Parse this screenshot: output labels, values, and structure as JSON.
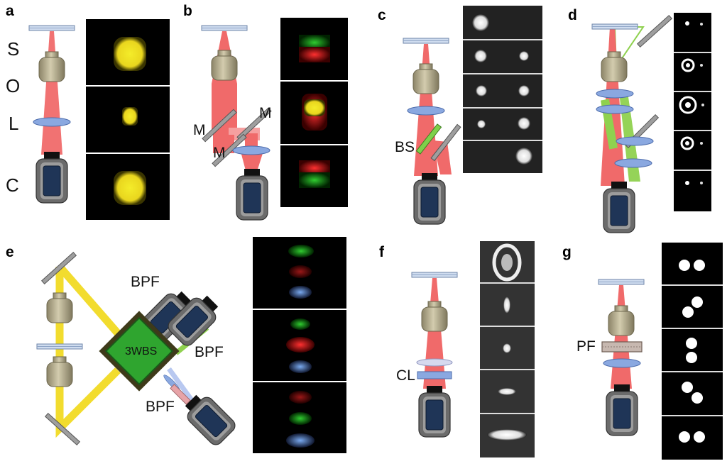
{
  "panels": {
    "a": {
      "letter": "a",
      "labels": [
        "S",
        "O",
        "L",
        "C"
      ]
    },
    "b": {
      "letter": "b",
      "labels": [
        "M",
        "M",
        "M"
      ]
    },
    "c": {
      "letter": "c",
      "labels": [
        "BS"
      ]
    },
    "d": {
      "letter": "d"
    },
    "e": {
      "letter": "e",
      "labels": [
        "BPF",
        "BPF",
        "BPF"
      ],
      "splitter": "3WBS"
    },
    "f": {
      "letter": "f",
      "labels": [
        "CL"
      ]
    },
    "g": {
      "letter": "g",
      "labels": [
        "PF"
      ]
    }
  },
  "colors": {
    "beam_red": "#f06a6a",
    "beam_green": "#8fd14f",
    "beam_yellow": "#f2dc2e",
    "lens_blue": "#7f9fd8",
    "objective": "#b9b295",
    "camera_body": "#4a4a4a",
    "camera_screen": "#1f3557",
    "spot_yellow": "#f0e61e",
    "spot_red": "#ee1c1c",
    "spot_green": "#2ec42e",
    "spot_blue": "#5b8fd9",
    "splitter_green": "#2fa52f"
  }
}
